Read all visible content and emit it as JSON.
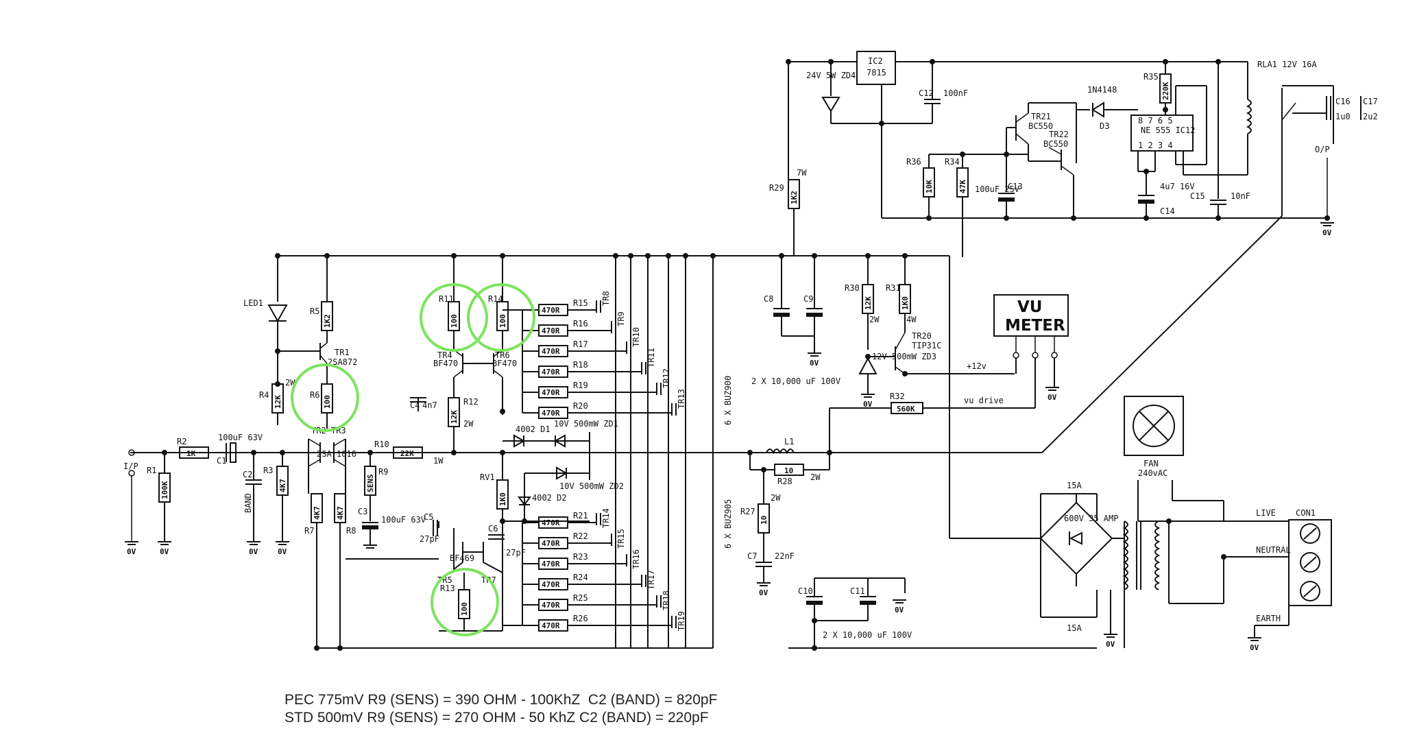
{
  "labels": {
    "ip": "I/P",
    "r1": "R1",
    "r1_val": "100K",
    "r2": "R2",
    "r2_val": "1K",
    "c1": "C1",
    "c1_val": "100uF 63V",
    "c2": "C2",
    "band": "BAND",
    "r3": "R3",
    "r3_val": "4K7",
    "led1": "LED1",
    "r5": "R5",
    "r5_val": "1K2",
    "tr1": "TR1",
    "tr1_type": "2SA872",
    "r4": "R4",
    "r4_val": "12K",
    "r4_w": "2W",
    "r6": "R6",
    "r6_val": "100",
    "tr2": "TR2 TR3",
    "tr23_type": "2SA 1016",
    "r7": "R7",
    "r7_val": "4K7",
    "r8": "R8",
    "r8_val": "4K7",
    "r10": "R10",
    "r10_val": "22K",
    "r10_w": "1W",
    "r9": "R9",
    "sens": "SENS",
    "c3": "C3",
    "c3_val": "100uF 63V",
    "r11": "R11",
    "r11_val": "100",
    "r14": "R14",
    "r14_val": "100",
    "tr4": "TR4",
    "tr6": "TR6",
    "bf470a": "BF470",
    "bf470b": "BF470",
    "c4": "C4",
    "c4_val": "4n7",
    "r12": "R12",
    "r12_val": "12K",
    "r12_w": "2W",
    "rv1": "RV1",
    "rv1_val": "1K0",
    "d1": "4002 D1",
    "zd1": "10V 500mW ZD1",
    "zd2": "10V 500mW ZD2",
    "d2": "4002 D2",
    "c5": "C5",
    "c5_val": "27pF",
    "c6": "C6",
    "c6_val": "27pF",
    "bf469": "BF469",
    "tr5": "TR5",
    "tr7": "TR7",
    "r13": "R13",
    "r13_val": "100",
    "res470": "470R",
    "r_upper": [
      "R15",
      "R16",
      "R17",
      "R18",
      "R19",
      "R20"
    ],
    "r_lower": [
      "R21",
      "R22",
      "R23",
      "R24",
      "R25",
      "R26"
    ],
    "tr_upper": [
      "TR8",
      "TR9",
      "TR10",
      "TR11",
      "TR12",
      "TR13"
    ],
    "tr_lower": [
      "TR14",
      "TR15",
      "TR16",
      "TR17",
      "TR18",
      "TR19"
    ],
    "buz900": "6 X BUZ900",
    "buz905": "6 X BUZ905",
    "l1": "L1",
    "r28": "R28",
    "r28_val": "10",
    "r28_w": "2W",
    "r27": "R27",
    "r27_val": "10",
    "r27_w": "2W",
    "c7": "C7",
    "c7_val": "22nF",
    "c8": "C8",
    "c9": "C9",
    "c10": "C10",
    "c11": "C11",
    "caps_upper": "2 X 10,000 uF 100V",
    "caps_lower": "2 X 10,000 uF 100V",
    "ic2": "IC2",
    "ic2_type": "7815",
    "zd4": "24V 5W ZD4",
    "c12": "C12",
    "c12_val": "100nF",
    "r29": "R29",
    "r29_val": "1K2",
    "r29_w": "7W",
    "tr21": "TR21",
    "tr21_type": "BC550",
    "tr22": "TR22",
    "tr22_type": "BC550",
    "r36": "R36",
    "r36_val": "10K",
    "r34": "R34",
    "r34_val": "47K",
    "c13": "C13",
    "c13_val": "100uF 25V",
    "d3_type": "1N4148",
    "d3": "D3",
    "r35": "R35",
    "r35_val": "220K",
    "ic12": "NE 555 IC12",
    "ic12_pins_top": "8 7 6 5",
    "ic12_pins_bot": "1 2 3 4",
    "c14": "C14",
    "c14_val": "4u7 16V",
    "c15": "C15",
    "c15_val": "10nF",
    "rla1": "RLA1 12V 16A",
    "c16": "C16",
    "c16_val": "1u0",
    "c17": "C17",
    "c17_val": "2u2",
    "op": "O/P",
    "r30": "R30",
    "r30_val": "12K",
    "r30_w": "2W",
    "r31": "R31",
    "r31_val": "1K0",
    "r31_w": "4W",
    "tr20": "TR20",
    "tr20_type": "TIP31C",
    "zd3": "12V 500mW ZD3",
    "r32": "R32",
    "r32_val": "560K",
    "vu1": "VU",
    "vu2": "METER",
    "plus12": "+12v",
    "vudrive": "vu drive",
    "fan": "FAN",
    "fan_v": "240vAC",
    "fuse": "15A",
    "bridge": "600V 35 AMP",
    "con1": "CON1",
    "live": "LIVE",
    "neutral": "NEUTRAL",
    "earth": "EARTH",
    "zero": "0V"
  },
  "notes": [
    "PEC 775mV R9 (SENS) = 390 OHM - 100KhZ  C2 (BAND) = 820pF",
    "STD 500mV R9 (SENS) = 270 OHM - 50 KhZ C2 (BAND) = 220pF"
  ],
  "colors": {
    "ink": "#111111",
    "highlight": "#7ee35f"
  }
}
